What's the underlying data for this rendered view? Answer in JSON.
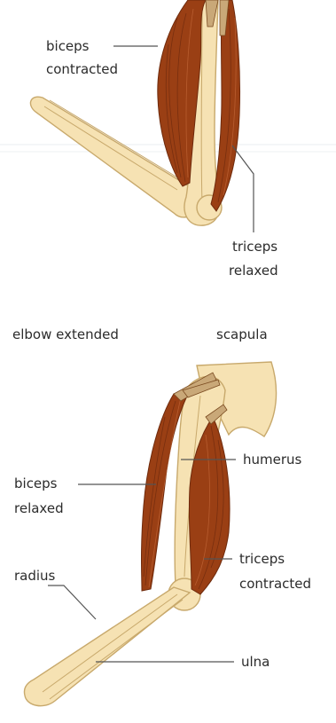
{
  "labels": {
    "top_biceps_1": "biceps",
    "top_biceps_2": "contracted",
    "top_triceps_1": "triceps",
    "top_triceps_2": "relaxed",
    "section_title": "elbow extended",
    "scapula": "scapula",
    "humerus": "humerus",
    "bottom_biceps_1": "biceps",
    "bottom_biceps_2": "relaxed",
    "radius": "radius",
    "bottom_triceps_1": "triceps",
    "bottom_triceps_2": "contracted",
    "ulna": "ulna"
  }
}
